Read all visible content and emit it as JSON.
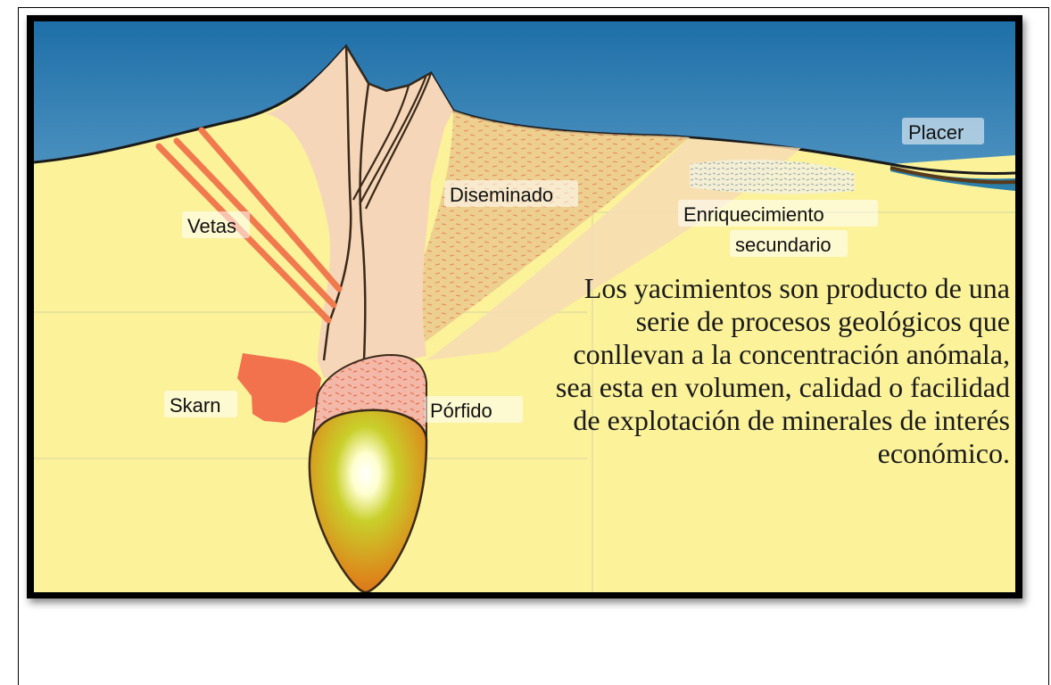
{
  "diagram": {
    "labels": {
      "placer": "Placer",
      "diseminado": "Diseminado",
      "enriquecimiento_line1": "Enriquecimiento",
      "enriquecimiento_line2": "secundario",
      "vetas": "Vetas",
      "skarn": "Skarn",
      "porfido": "Pórfido"
    },
    "caption": "Los yacimientos son producto de una serie de procesos geológicos que conllevan a la concentración anómala, sea esta en volumen, calidad o facilidad de explotación de minerales de interés económico.",
    "colors": {
      "sky_top": "#1e6fa8",
      "sky_bottom": "#ffffff",
      "ground": "#fbf29a",
      "intrusion": "#f6d6b8",
      "veins": "#f07a4e",
      "skarn": "#f2724e",
      "porphyry_cap": "#f4b8a8",
      "magma_core": "#ffffff",
      "magma_edge": "#e07a1a"
    }
  }
}
